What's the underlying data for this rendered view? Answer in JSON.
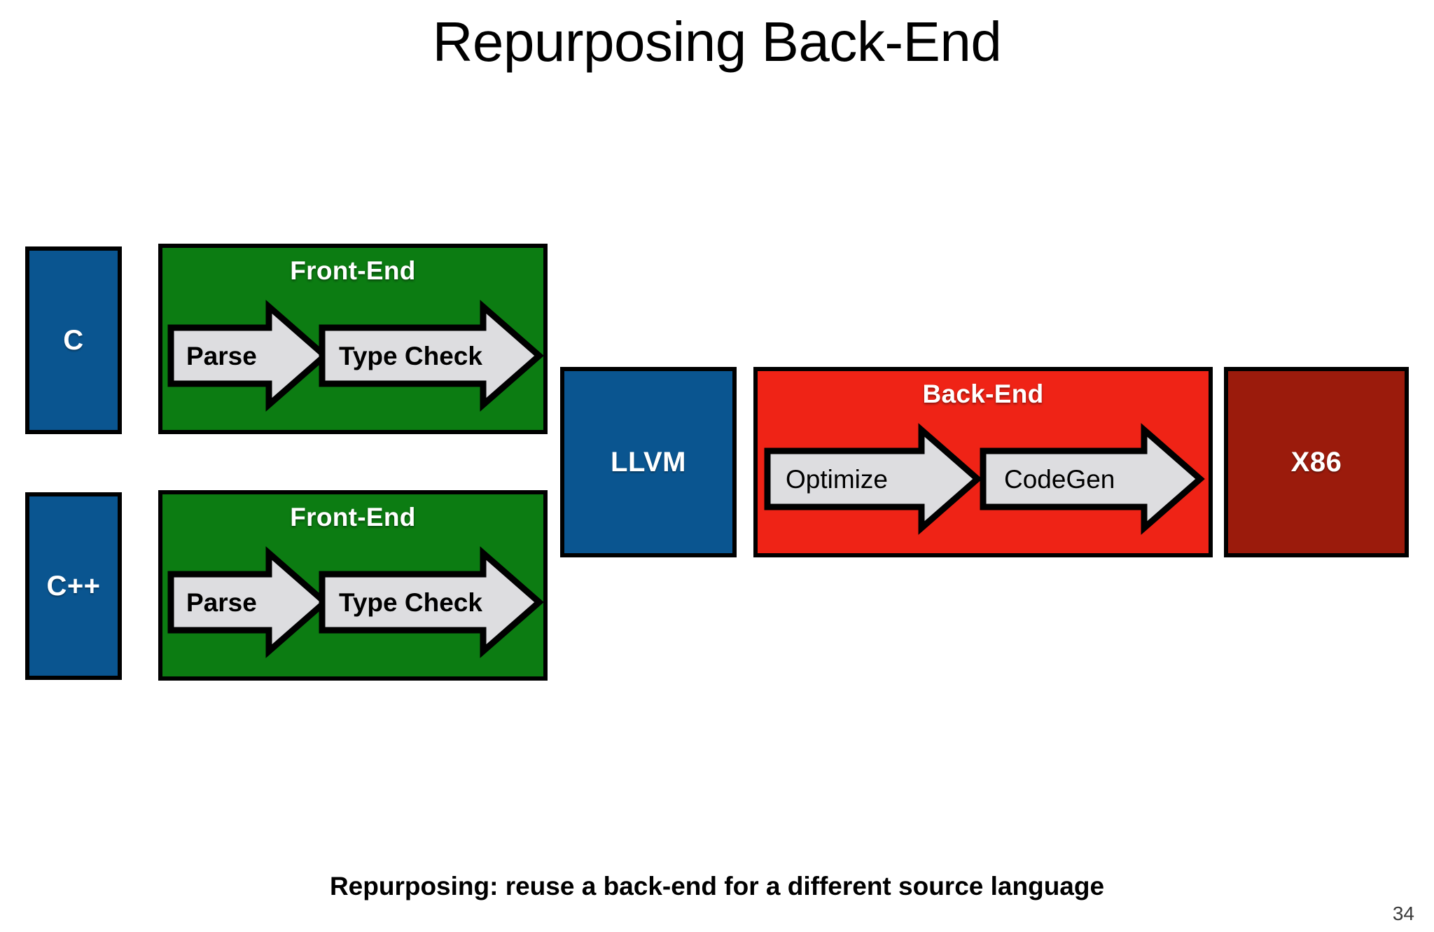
{
  "slide": {
    "title": "Repurposing Back-End",
    "caption": "Repurposing: reuse a back-end for a different source language",
    "page_number": "34"
  },
  "colors": {
    "source_blue": "#0a5590",
    "frontend_green": "#0c7c12",
    "backend_red": "#ef2316",
    "target_dark_red": "#9b1b0c",
    "arrow_gray": "#dddde0",
    "outline_black": "#000000",
    "text_white": "#ffffff",
    "text_black": "#000000"
  },
  "pipelines": [
    {
      "id": "c-pipeline",
      "source": {
        "label": "C",
        "color": "#0a5590"
      },
      "stage": {
        "label": "Front-End",
        "color": "#0c7c12",
        "arrows": [
          {
            "label": "Parse",
            "bold": true
          },
          {
            "label": "Type Check",
            "bold": true
          }
        ]
      }
    },
    {
      "id": "cpp-pipeline",
      "source": {
        "label": "C++",
        "color": "#0a5590"
      },
      "stage": {
        "label": "Front-End",
        "color": "#0c7c12",
        "arrows": [
          {
            "label": "Parse",
            "bold": true
          },
          {
            "label": "Type Check",
            "bold": true
          }
        ]
      }
    }
  ],
  "ir": {
    "label": "LLVM",
    "color": "#0a5590"
  },
  "backend": {
    "label": "Back-End",
    "color": "#ef2316",
    "arrows": [
      {
        "label": "Optimize",
        "bold": false
      },
      {
        "label": "CodeGen",
        "bold": false
      }
    ]
  },
  "target": {
    "label": "X86",
    "color": "#9b1b0c"
  }
}
